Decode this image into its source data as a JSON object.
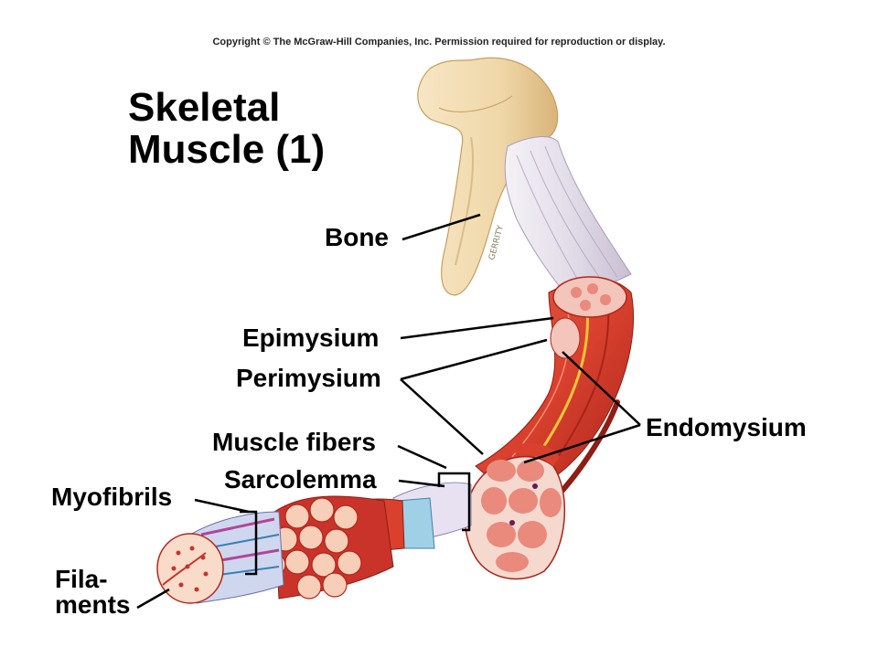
{
  "copyright": "Copyright © The McGraw-Hill Companies, Inc. Permission required for reproduction or display.",
  "title_line1": "Skeletal",
  "title_line2": "Muscle (1)",
  "labels": {
    "bone": "Bone",
    "epimysium": "Epimysium",
    "perimysium": "Perimysium",
    "endomysium": "Endomysium",
    "muscle_fibers": "Muscle fibers",
    "sarcolemma": "Sarcolemma",
    "myofibrils": "Myofibrils",
    "filaments_line1": "Fila-",
    "filaments_line2": "ments"
  },
  "artist_signature": "GERRITY",
  "colors": {
    "bone": "#efd7a8",
    "bone_shadow": "#d9b479",
    "tendon": "#e9e4ef",
    "muscle": "#d9412e",
    "muscle_dark": "#b3261b",
    "fascicle": "#e98a7c",
    "fiber_end": "#f7cfb8",
    "nerve": "#f2c63a"
  }
}
